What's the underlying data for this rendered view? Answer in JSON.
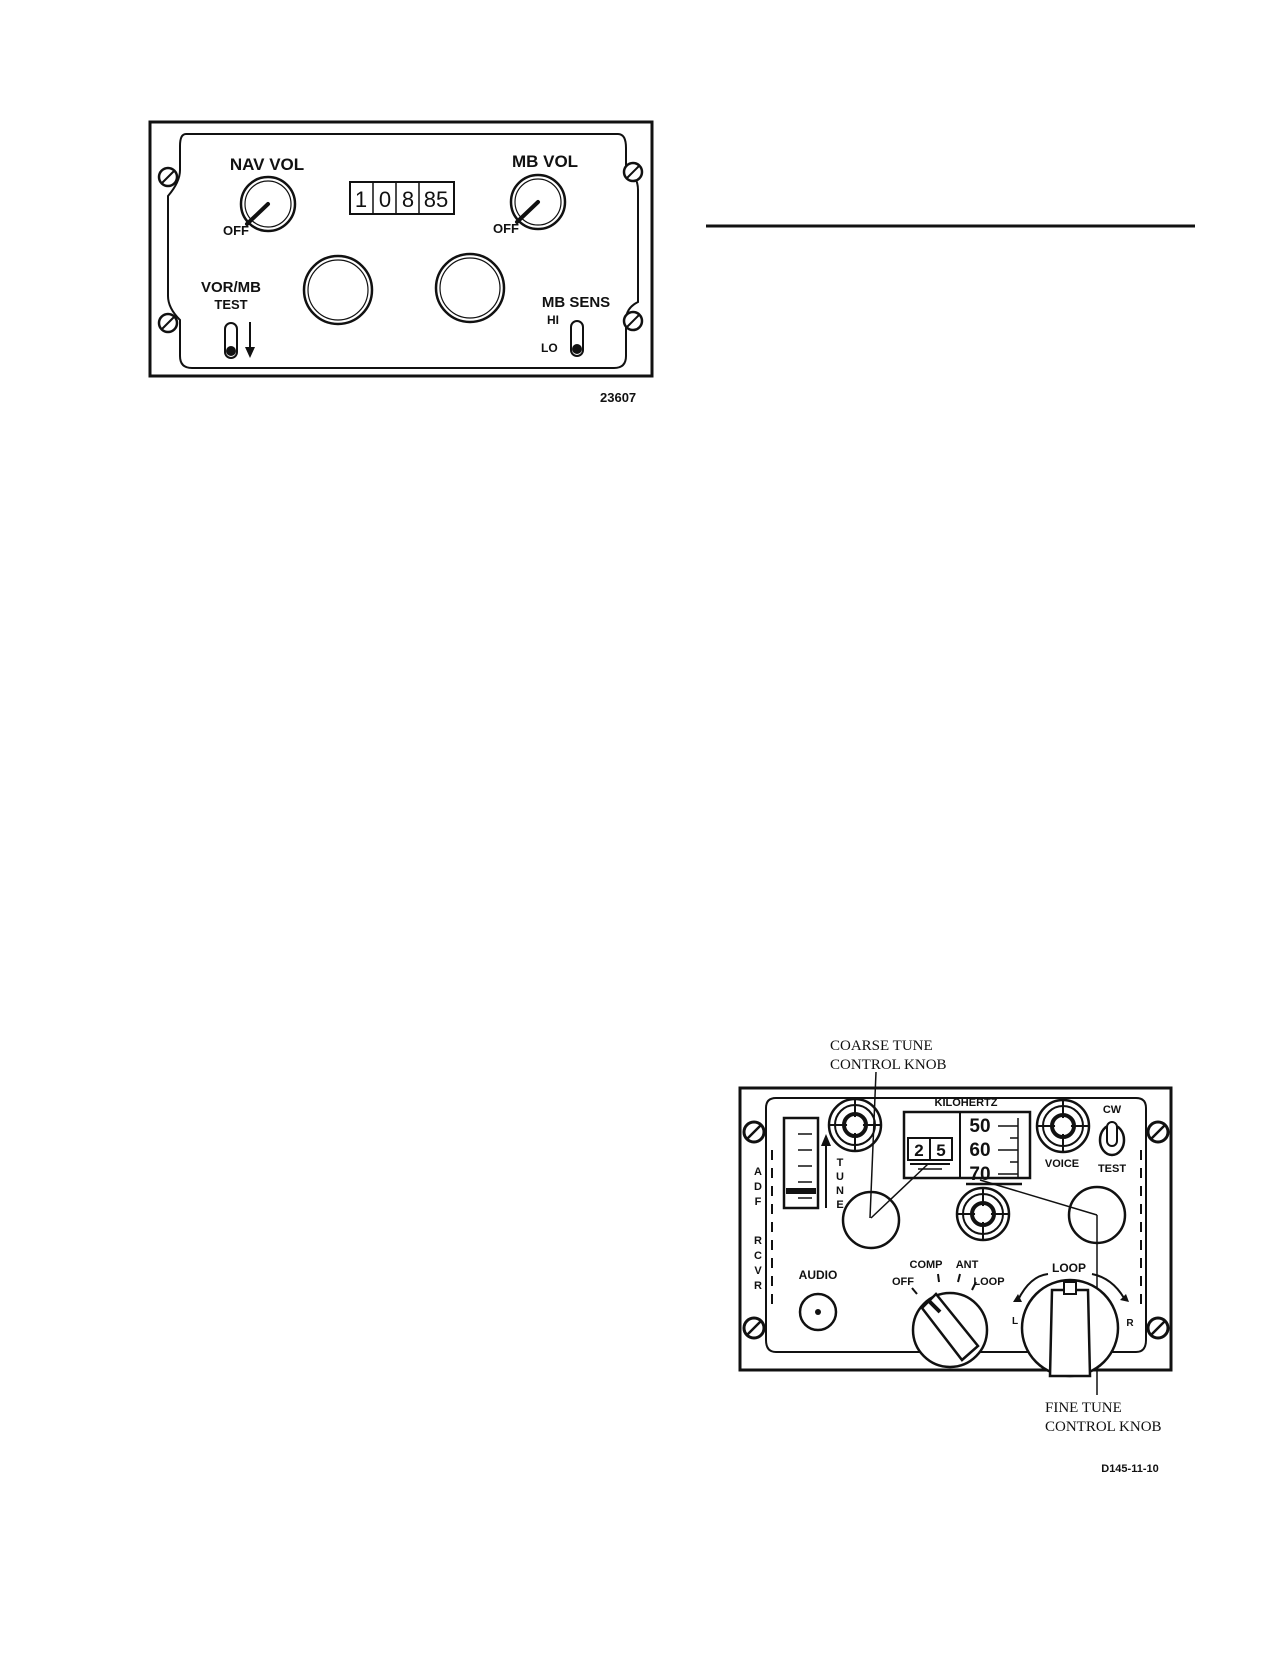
{
  "nav_panel": {
    "nav_vol_label": "NAV VOL",
    "nav_off_label": "OFF",
    "mb_vol_label": "MB VOL",
    "mb_off_label": "OFF",
    "frequency_digits": [
      "1",
      "0",
      "8",
      "85"
    ],
    "vor_mb_label": "VOR/MB",
    "test_label": "TEST",
    "mb_sens_label": "MB SENS",
    "hi_label": "HI",
    "lo_label": "LO",
    "figure_number": "23607"
  },
  "adf_panel": {
    "coarse_callout_line1": "COARSE TUNE",
    "coarse_callout_line2": "CONTROL KNOB",
    "fine_callout_line1": "FINE TUNE",
    "fine_callout_line2": "CONTROL KNOB",
    "kilohertz_label": "KILOHERTZ",
    "khz_digit_1": "2",
    "khz_digit_2": "5",
    "dial_50": "50",
    "dial_60": "60",
    "dial_70": "70",
    "voice_label": "VOICE",
    "cw_label": "CW",
    "test_label": "TEST",
    "tune_letters": [
      "T",
      "U",
      "N",
      "E"
    ],
    "adf_letters": [
      "A",
      "D",
      "F"
    ],
    "rcvr_letters": [
      "R",
      "C",
      "V",
      "R"
    ],
    "audio_label": "AUDIO",
    "off_label": "OFF",
    "comp_label": "COMP",
    "ant_label": "ANT",
    "loop_label": "LOOP",
    "loop_right_label": "LOOP",
    "l_label": "L",
    "r_label": "R",
    "figure_number": "D145-11-10"
  }
}
